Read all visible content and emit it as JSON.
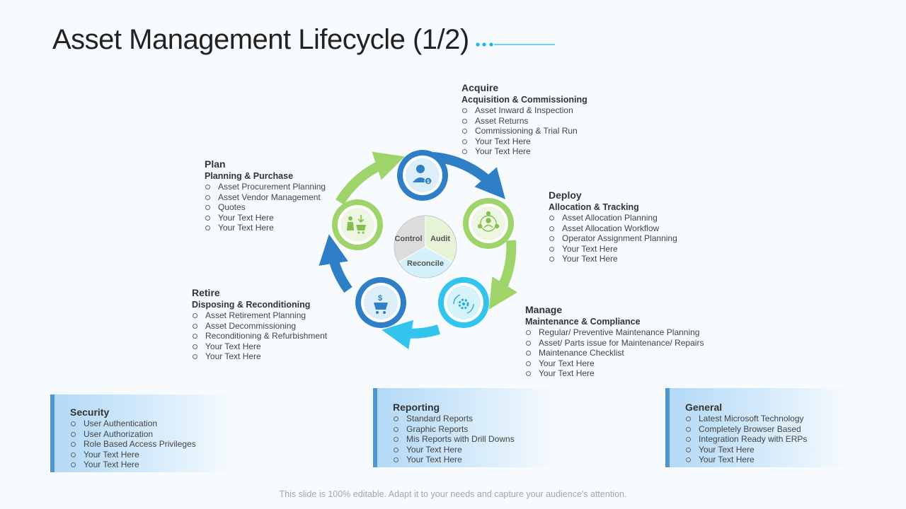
{
  "title": "Asset Management Lifecycle (1/2)",
  "center": {
    "segments": [
      "Control",
      "Audit",
      "Reconcile"
    ]
  },
  "stages": [
    {
      "id": "acquire",
      "title": "Acquire",
      "subtitle": "Acquisition & Commissioning",
      "items": [
        "Asset Inward & Inspection",
        "Asset Returns",
        "Commissioning  & Trial Run",
        "Your Text Here",
        "Your Text Here"
      ],
      "icon": "user-dollar-icon"
    },
    {
      "id": "deploy",
      "title": "Deploy",
      "subtitle": "Allocation & Tracking",
      "items": [
        "Asset Allocation  Planning",
        "Asset Allocation  Workflow",
        "Operator Assignment Planning",
        "Your Text Here",
        "Your Text Here"
      ],
      "icon": "network-gear-icon"
    },
    {
      "id": "manage",
      "title": "Manage",
      "subtitle": "Maintenance & Compliance",
      "items": [
        "Regular/ Preventive Maintenance Planning",
        "Asset/ Parts issue  for Maintenance/ Repairs",
        "Maintenance Checklist",
        "Your Text Here",
        "Your Text Here"
      ],
      "icon": "gear-cycle-icon"
    },
    {
      "id": "retire",
      "title": "Retire",
      "subtitle": "Disposing & Reconditioning",
      "items": [
        "Asset Retirement Planning",
        "Asset Decommissioning",
        "Reconditioning  & Refurbishment",
        "Your Text Here",
        "Your Text Here"
      ],
      "icon": "cart-dollar-icon"
    },
    {
      "id": "plan",
      "title": "Plan",
      "subtitle": "Planning & Purchase",
      "items": [
        "Asset Procurement Planning",
        "Asset Vendor Management",
        "Quotes",
        "Your Text Here",
        "Your Text Here"
      ],
      "icon": "shopper-cart-icon"
    }
  ],
  "boxes": [
    {
      "id": "security",
      "title": "Security",
      "items": [
        "User Authentication",
        "User Authorization",
        "Role Based Access Privileges",
        "Your Text Here",
        "Your Text Here"
      ]
    },
    {
      "id": "reporting",
      "title": "Reporting",
      "items": [
        "Standard Reports",
        "Graphic Reports",
        "Mis Reports with Drill Downs",
        "Your Text Here",
        "Your Text Here"
      ]
    },
    {
      "id": "general",
      "title": "General",
      "items": [
        "Latest Microsoft  Technology",
        "Completely Browser Based",
        "Integration Ready with ERPs",
        "Your Text Here",
        "Your Text Here"
      ]
    }
  ],
  "footer": "This slide is 100% editable. Adapt it to your needs and capture your audience's attention.",
  "colors": {
    "dark_blue": "#2f7fc6",
    "light_green": "#9fd46a",
    "cyan": "#33c4ee",
    "accent": "#1fb6e6"
  }
}
